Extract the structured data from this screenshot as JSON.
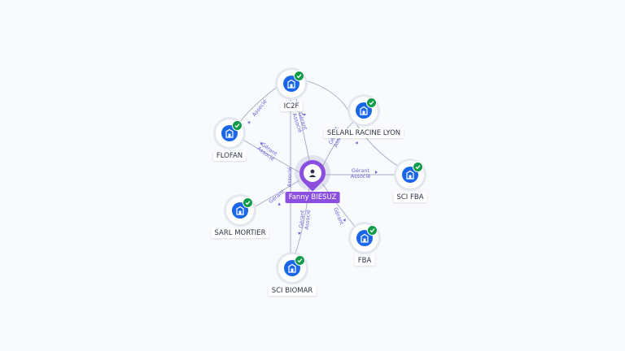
{
  "person": {
    "name": "Fanny BIESUZ"
  },
  "companies": [
    {
      "id": "ic2f",
      "name": "IC2F"
    },
    {
      "id": "selarl",
      "name": "SELARL RACINE LYON"
    },
    {
      "id": "flofan",
      "name": "FLOFAN"
    },
    {
      "id": "scifba",
      "name": "SCI FBA"
    },
    {
      "id": "sarl",
      "name": "SARL MORTIER"
    },
    {
      "id": "fba",
      "name": "FBA"
    },
    {
      "id": "biomar",
      "name": "SCI BIOMAR"
    }
  ],
  "edge_labels": {
    "gerant": "Gérant",
    "associe": "Associé"
  },
  "colors": {
    "person": "#8a4fe0",
    "company": "#1a66e8",
    "verified": "#0f9b4a",
    "edge_label": "#6d63d6"
  },
  "icons": {
    "person": "user-icon",
    "company": "building-icon",
    "verified": "check-icon"
  }
}
